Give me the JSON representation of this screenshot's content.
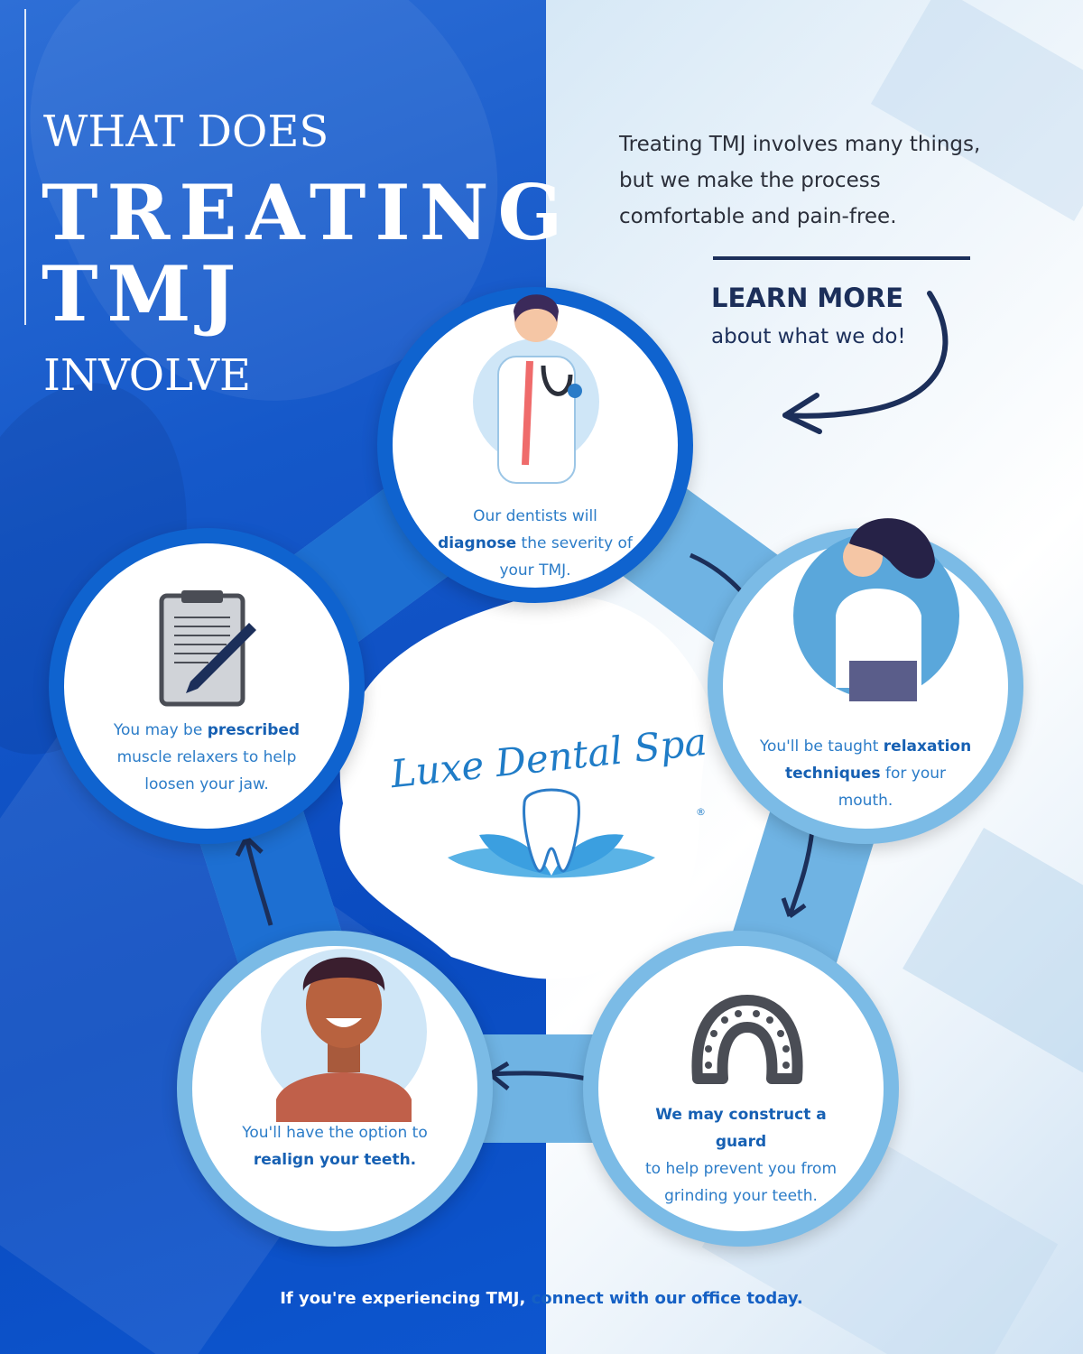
{
  "title": {
    "line1": "WHAT DOES",
    "line2": "TREATING",
    "line3": "TMJ",
    "line4": "INVOLVE"
  },
  "intro": {
    "lines": [
      "Treating TMJ involves many things,",
      "but we make the process",
      "comfortable and pain-free."
    ]
  },
  "cta": {
    "heading": "LEARN MORE",
    "sub": "about what we do!"
  },
  "steps": [
    {
      "pre": "Our dentists will",
      "bold": "diagnose",
      "post": "the severity of your TMJ.",
      "icon": "doctor-icon"
    },
    {
      "pre": "You'll be taught",
      "bold": "relaxation techniques",
      "post": "for your mouth.",
      "icon": "thinking-woman-icon"
    },
    {
      "pre": "",
      "bold": "We may construct a guard",
      "post": "to help prevent you from grinding your teeth.",
      "icon": "mouth-guard-icon"
    },
    {
      "pre": "You'll have the option to",
      "bold": "realign your teeth.",
      "post": "",
      "icon": "smiling-man-icon"
    },
    {
      "pre": "You may be",
      "bold": "prescribed",
      "post": "muscle relaxers to help loosen your jaw.",
      "icon": "clipboard-pen-icon"
    }
  ],
  "logo": {
    "name": "Luxe Dental Spa",
    "mark": "®"
  },
  "footer": {
    "part1": "If you're experiencing TMJ,",
    "part2": "connect with our office today."
  },
  "colors": {
    "brand_blue": "#0f63cf",
    "light_blue": "#7bbbe6",
    "navy": "#1c2f5a",
    "text_blue": "#2b7cc8"
  }
}
